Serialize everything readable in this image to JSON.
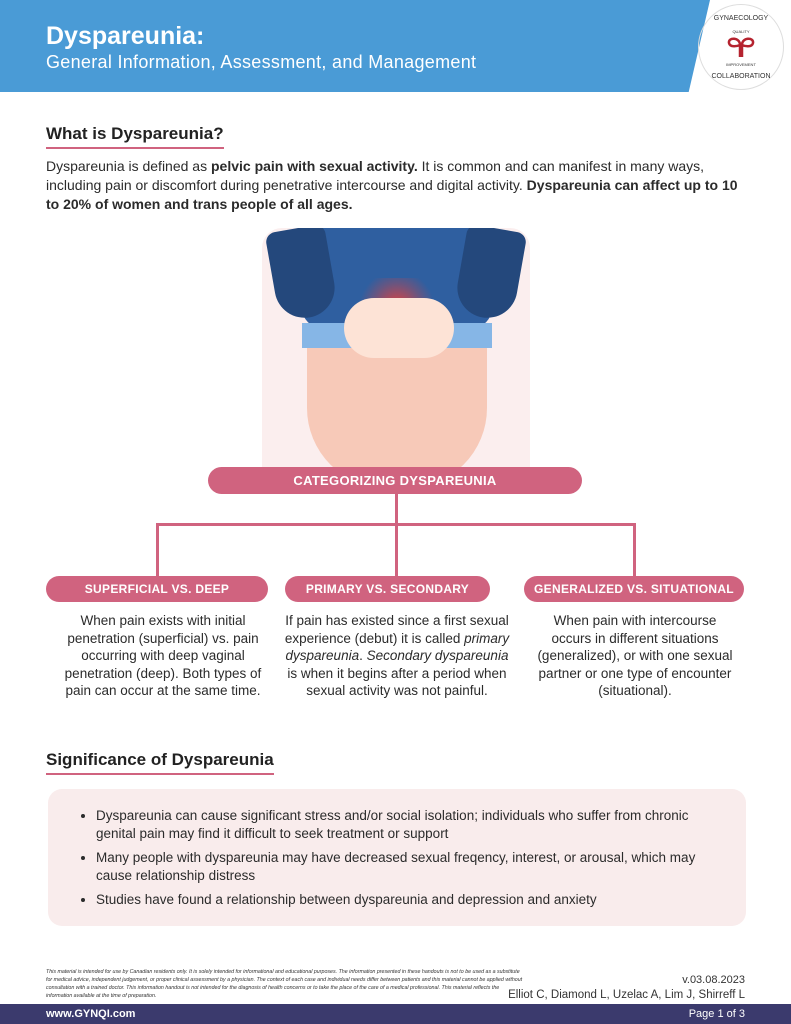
{
  "header": {
    "title": "Dyspareunia:",
    "subtitle": "General Information, Assessment, and Management"
  },
  "logo": {
    "top": "GYNAECOLOGY",
    "quality": "QUALITY",
    "improvement": "IMPROVEMENT",
    "bottom": "COLLABORATION"
  },
  "what": {
    "heading": "What is Dyspareunia?",
    "p1": "Dyspareunia is defined as ",
    "b1": "pelvic pain with sexual activity.",
    "p2": " It is common and can manifest in many ways, including pain or discomfort during penetrative intercourse and digital activity. ",
    "b2": "Dyspareunia can affect up to 10 to 20% of women and trans people of all ages."
  },
  "categorizing": {
    "title": "CATEGORIZING DYSPAREUNIA",
    "items": [
      {
        "label": "SUPERFICIAL VS. DEEP",
        "text": "When pain exists with initial penetration (superficial) vs. pain occurring with deep vaginal penetration (deep). Both types of pain can occur at the same time."
      },
      {
        "label": "PRIMARY VS. SECONDARY",
        "t1": "If pain has existed since a first sexual experience (debut) it is called ",
        "i1": "primary dyspareunia",
        "t2": ". ",
        "i2": "Secondary dyspareunia",
        "t3": " is when it begins after a period when sexual activity was not painful."
      },
      {
        "label": "GENERALIZED VS. SITUATIONAL",
        "text": "When pain with intercourse occurs in different situations (generalized), or with one sexual partner or one type of encounter (situational)."
      }
    ]
  },
  "significance": {
    "heading": "Significance of Dyspareunia",
    "bullets": [
      "Dyspareunia can cause significant stress and/or social isolation; individuals who suffer from chronic genital pain may find it difficult to seek treatment or support",
      "Many people with dyspareunia may have decreased sexual freqency, interest, or arousal, which may cause relationship distress",
      "Studies have found a relationship between dyspareunia and depression and anxiety"
    ]
  },
  "footer": {
    "disclaimer": "This material is intended for use by Canadian residents only. It is solely intended for informational and educational purposes. The information presented in these handouts is not to be used as a substitute for medical advice, independent judgement, or proper clinical assessment by a physician. The context of each case and individual needs differ between patients and this material cannot be applied without consultation with a trained doctor. This information handout is not intended for the diagnosis of health concerns or to take the place of the care of a medical professional. This material reflects the information available at the time of preparation.",
    "version": "v.03.08.2023",
    "authors": "Elliot C, Diamond L, Uzelac A, Lim J, Shirreff L",
    "website": "www.GYNQI.com",
    "page": "Page 1 of 3"
  },
  "colors": {
    "header": "#4a9bd6",
    "accent": "#d0637f",
    "footer": "#3b3a6d"
  }
}
